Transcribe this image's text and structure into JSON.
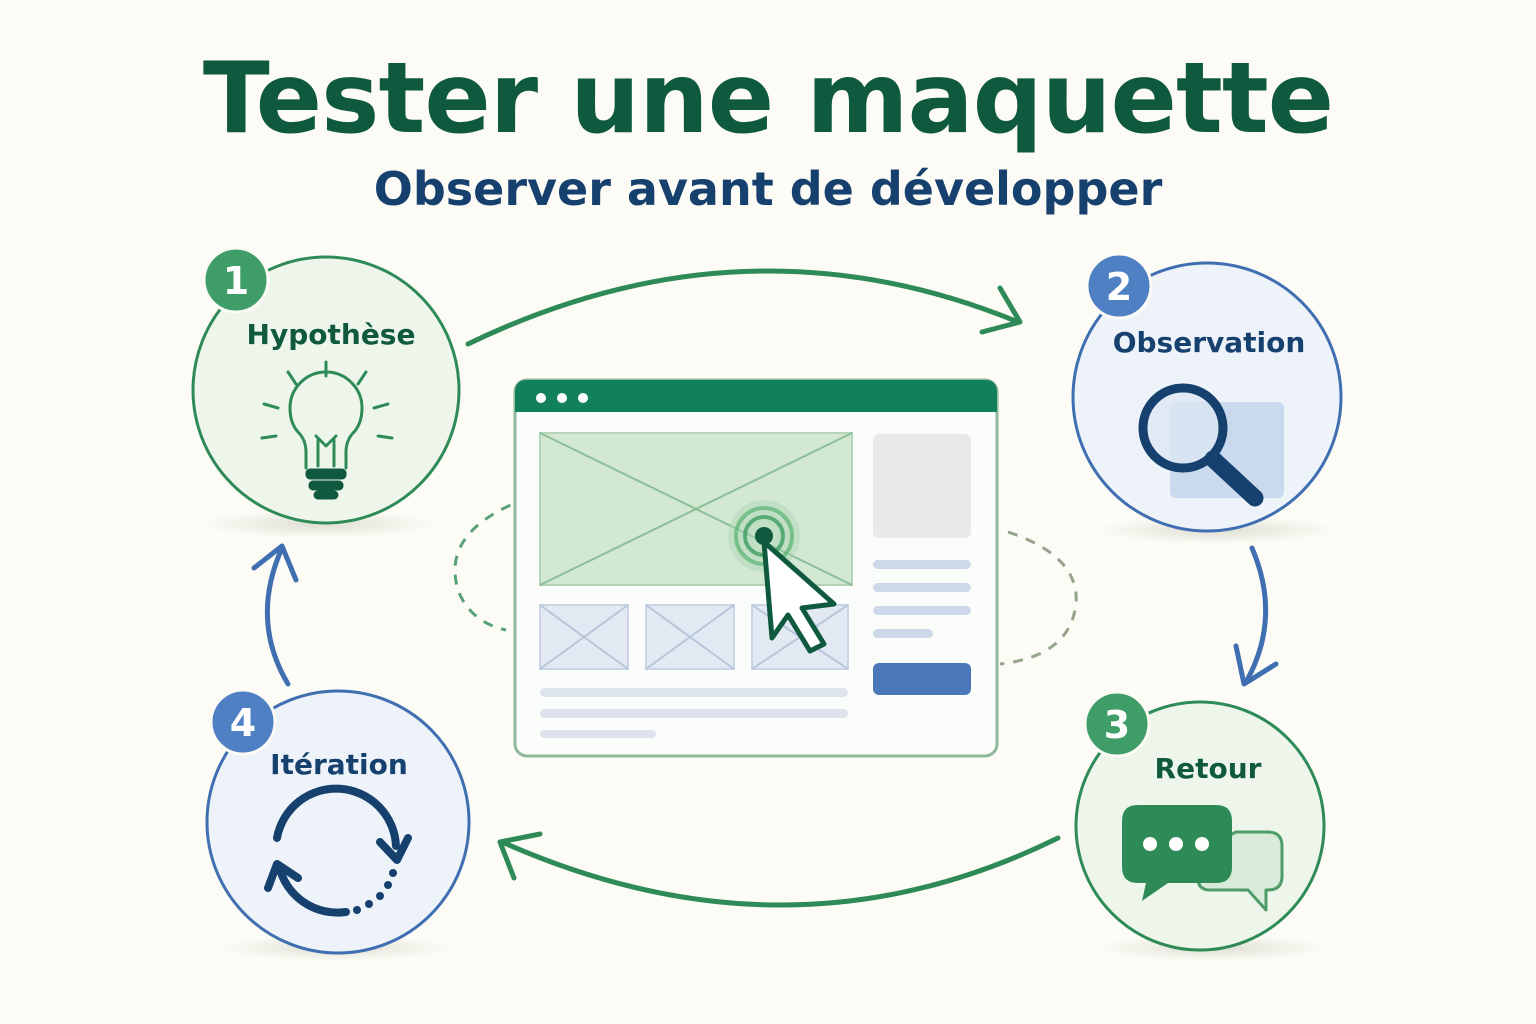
{
  "title": "Tester une maquette",
  "subtitle": "Observer avant de développer",
  "steps": [
    {
      "number": "1",
      "label": "Hypothèse",
      "icon": "lightbulb-icon",
      "color": "#2e8b57"
    },
    {
      "number": "2",
      "label": "Observation",
      "icon": "magnifier-icon",
      "color": "#3f6fb0"
    },
    {
      "number": "3",
      "label": "Retour",
      "icon": "chat-bubbles-icon",
      "color": "#2e8b57"
    },
    {
      "number": "4",
      "label": "Itération",
      "icon": "refresh-cycle-icon",
      "color": "#3f6fb0"
    }
  ],
  "colors": {
    "green": "#2e8b57",
    "dark_green": "#0f5a3f",
    "blue": "#3f6fb0",
    "navy": "#16406e",
    "background": "#fcfbf5"
  }
}
